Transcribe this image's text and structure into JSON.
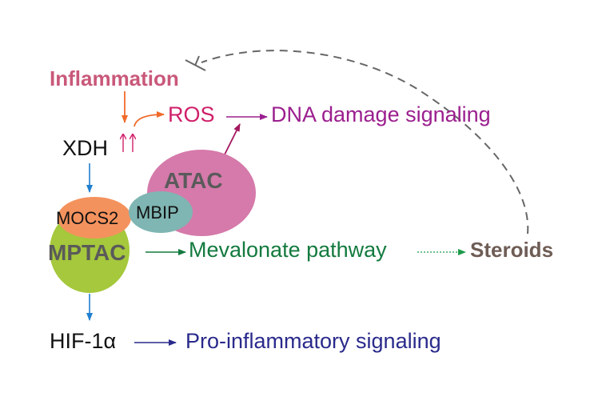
{
  "nodes": {
    "inflammation": {
      "label": "Inflammation",
      "color": "#c9587a"
    },
    "ros": {
      "label": "ROS",
      "color": "#d0206a"
    },
    "dna_damage": {
      "label": "DNA damage signaling",
      "color": "#9b1f8f"
    },
    "xdh": {
      "label": "XDH",
      "color": "#111111"
    },
    "xdh_upregulation": {
      "label": "↑↑",
      "color": "#d0206a"
    },
    "atac": {
      "label": "ATAC",
      "color": "#5a5a5a",
      "fill": "#d57aaa"
    },
    "mbip": {
      "label": "MBIP",
      "color": "#111111",
      "fill": "#7fb5b2"
    },
    "mocs2": {
      "label": "MOCS2",
      "color": "#111111",
      "fill": "#f4925e"
    },
    "mptac": {
      "label": "MPTAC",
      "color": "#5a5a5a",
      "fill": "#a5c83c"
    },
    "mevalonate": {
      "label": "Mevalonate pathway",
      "color": "#137a3f"
    },
    "steroids": {
      "label": "Steroids",
      "color": "#6e5d55"
    },
    "hif1a": {
      "label": "HIF-1α",
      "color": "#111111"
    },
    "pro_inflammatory": {
      "label": "Pro-inflammatory signaling",
      "color": "#2a2a8c"
    }
  },
  "edges": [
    {
      "from": "Inflammation",
      "to": "XDH",
      "type": "activation",
      "color": "#f06a2a"
    },
    {
      "from": "XDH",
      "to": "ROS",
      "type": "activation",
      "color": "#f06a2a"
    },
    {
      "from": "ROS",
      "to": "DNA damage signaling",
      "type": "activation",
      "color": "#9b1f8f"
    },
    {
      "from": "ATAC",
      "to": "DNA damage signaling",
      "type": "activation",
      "color": "#a3165e"
    },
    {
      "from": "XDH",
      "to": "MPTAC",
      "type": "activation",
      "color": "#1f7fd0"
    },
    {
      "from": "MPTAC",
      "to": "Mevalonate pathway",
      "type": "activation",
      "color": "#137a3f"
    },
    {
      "from": "Mevalonate pathway",
      "to": "Steroids",
      "type": "indirect",
      "color": "#1a9a4a"
    },
    {
      "from": "MPTAC",
      "to": "HIF-1α",
      "type": "activation",
      "color": "#1f7fd0"
    },
    {
      "from": "HIF-1α",
      "to": "Pro-inflammatory signaling",
      "type": "activation",
      "color": "#2a2a8c"
    },
    {
      "from": "Steroids",
      "to": "Inflammation",
      "type": "inhibition",
      "color": "#666666"
    }
  ]
}
